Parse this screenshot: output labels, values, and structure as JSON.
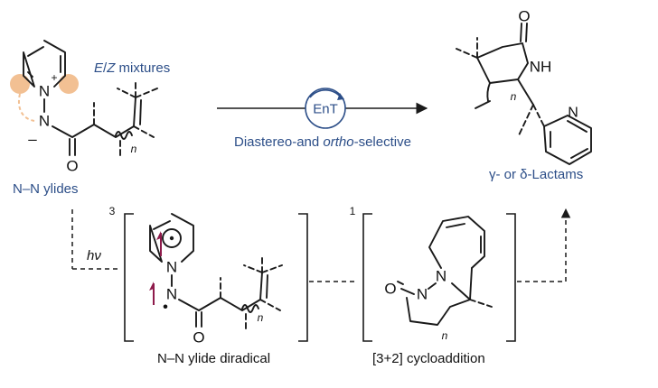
{
  "colors": {
    "accent": "#2c4e88",
    "highlight": "#f2c093",
    "spin_arrow": "#8e1b4b",
    "ink": "#1a1a1a"
  },
  "atoms": {
    "nitrogen": "N",
    "oxygen": "O",
    "nh": "NH",
    "plus": "+",
    "minus": "–",
    "n_sub": "n",
    "radical_dot": "•"
  },
  "labels": {
    "ez_mixtures_e": "E",
    "ez_mixtures_slash": "/",
    "ez_mixtures_z": "Z",
    "ez_mixtures_rest": " mixtures",
    "ylides": "N–N ylides",
    "catalyst": "EnT",
    "selectivity_a": "Diastereo-and ",
    "selectivity_b": "ortho",
    "selectivity_c": "-selective",
    "lactams": "γ- or δ-Lactams",
    "hv": "hν",
    "triplet": "3",
    "singlet": "1",
    "diradical": "N–N ylide diradical",
    "cycloaddition": "[3+2] cycloaddition"
  }
}
